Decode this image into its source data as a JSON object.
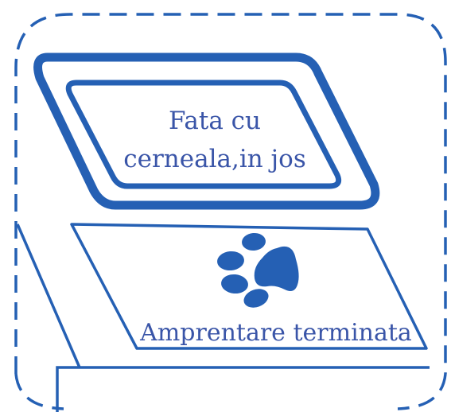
{
  "colors": {
    "primary": "#2560b4",
    "text": "#3a55a8",
    "background": "#ffffff"
  },
  "window_label": {
    "line1": "Fata cu",
    "line2": "cerneala,in jos"
  },
  "scanner_label": "Amprentare terminata",
  "icons": {
    "scanner_icon": "paw-print-icon",
    "frame": "dashed-rounded-border"
  }
}
